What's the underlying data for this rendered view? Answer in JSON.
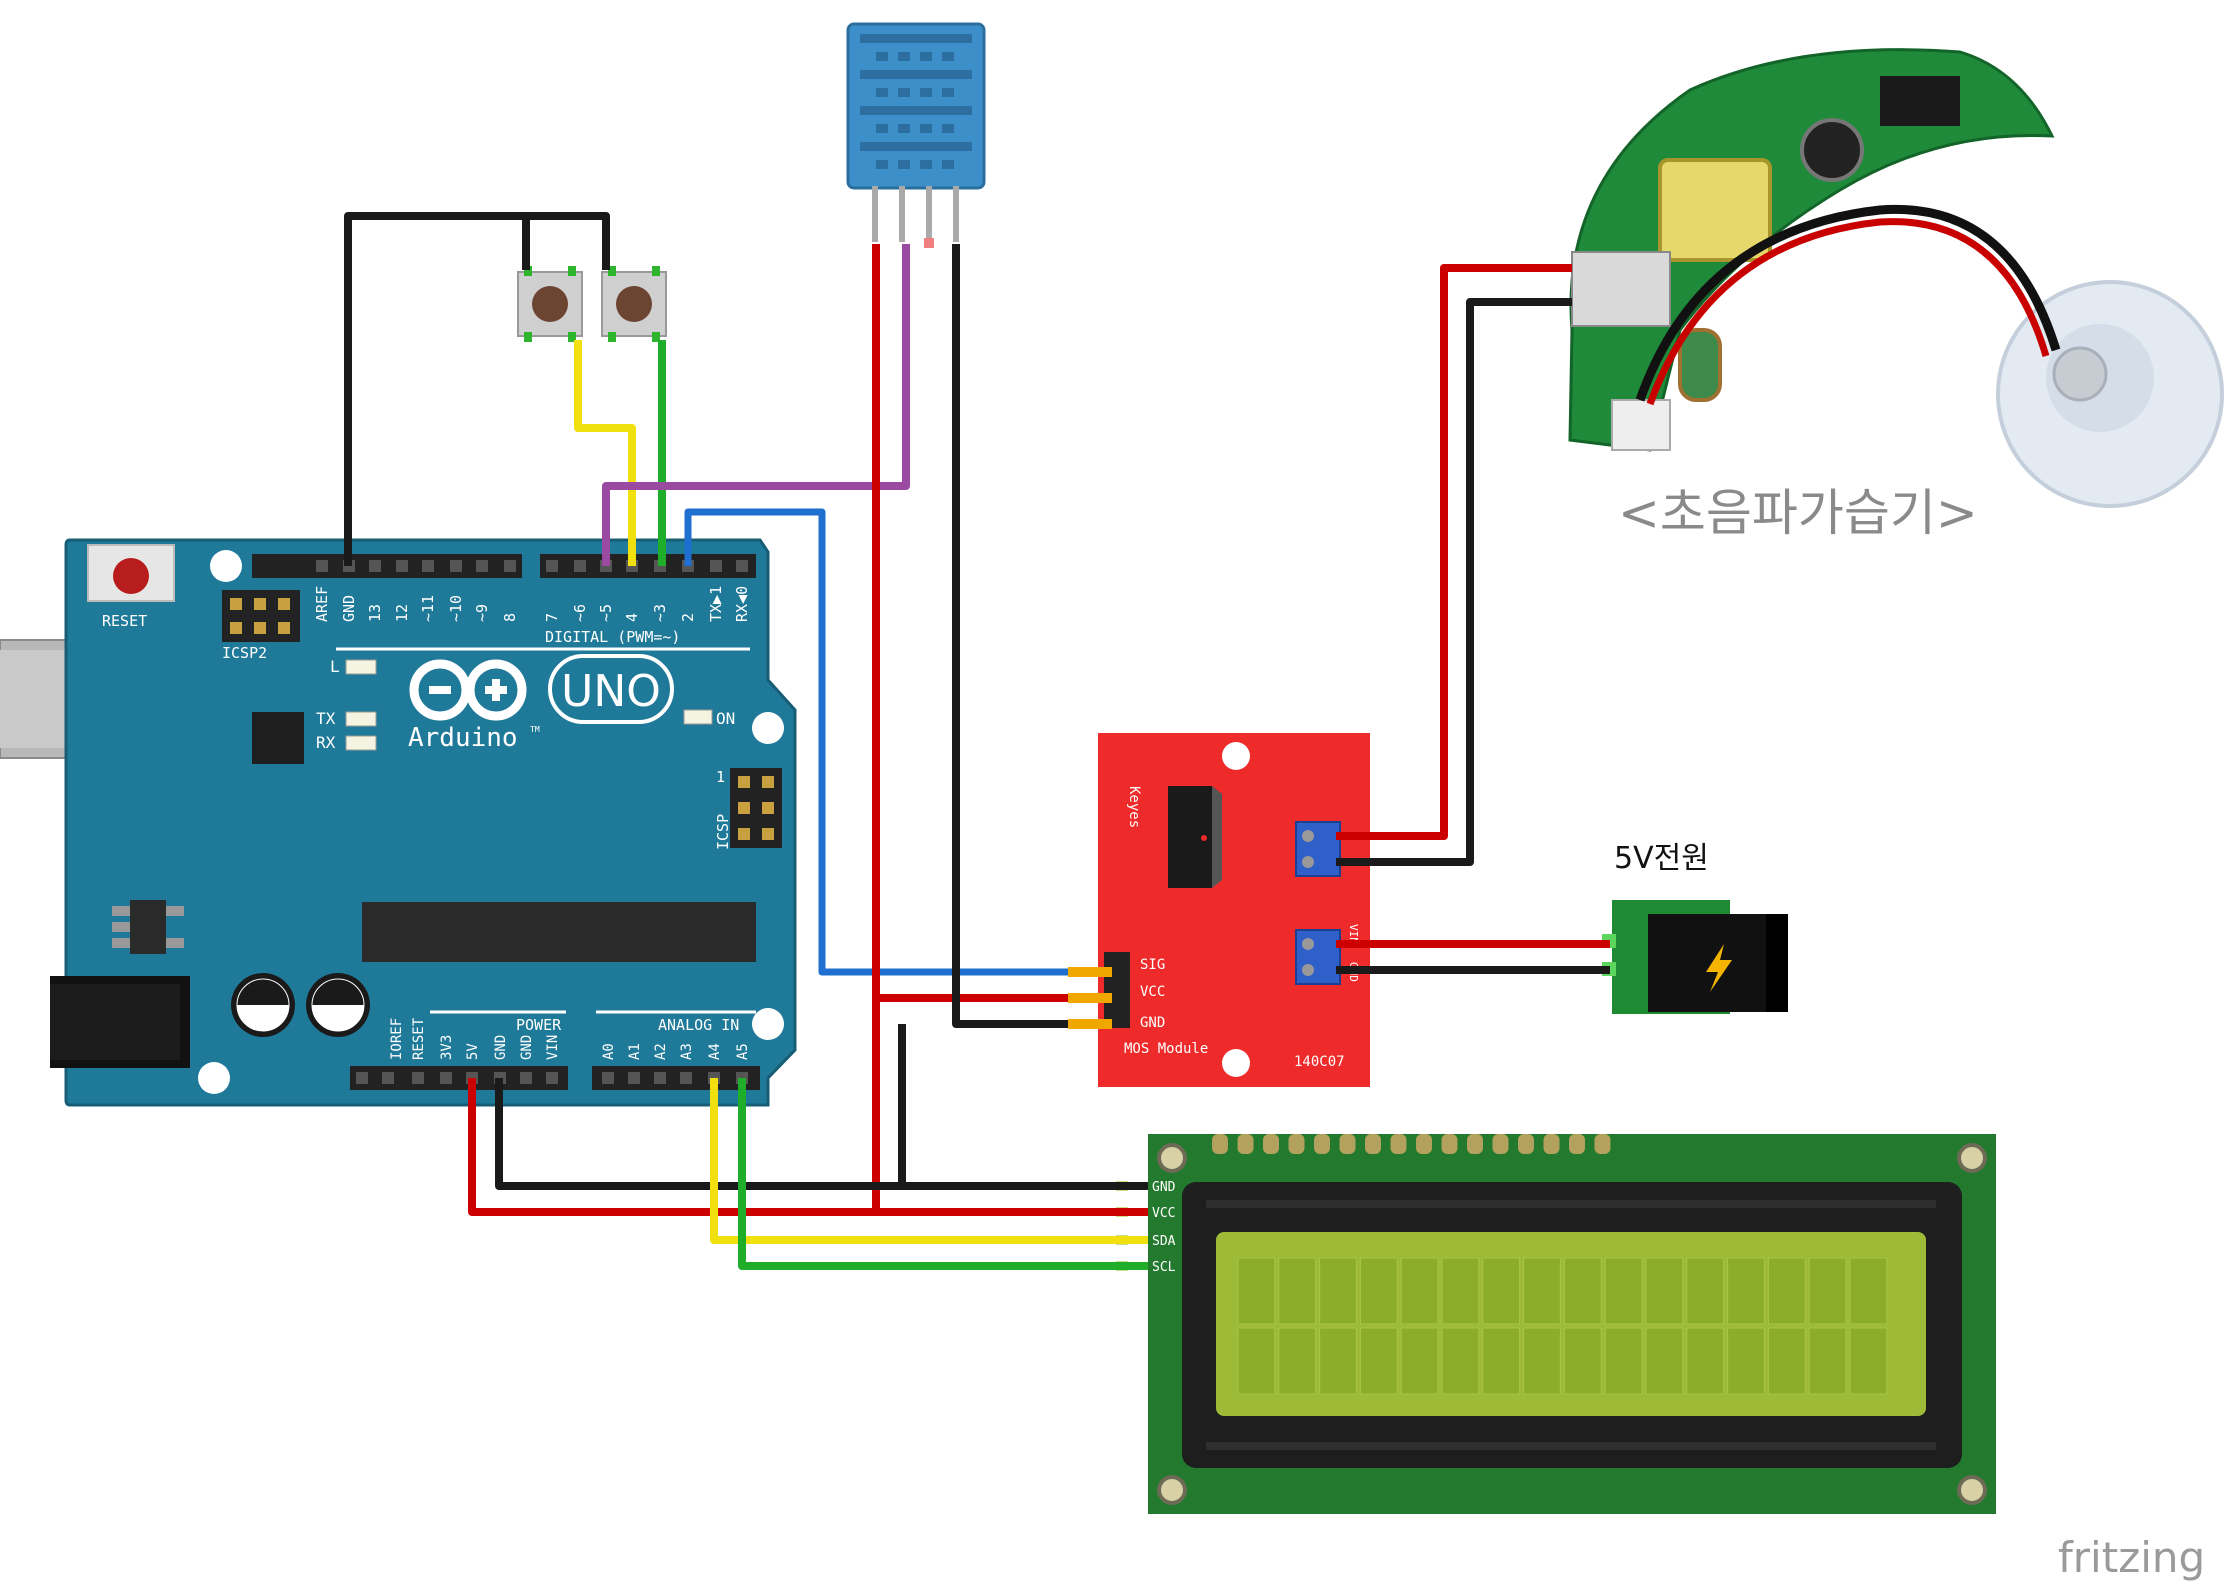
{
  "arduino": {
    "reset_label": "RESET",
    "icsp2_label": "ICSP2",
    "icsp_label": "ICSP",
    "icsp_pin1": "1",
    "led_l": "L",
    "led_tx": "TX",
    "led_rx": "RX",
    "led_on": "ON",
    "brand_text": "Arduino",
    "brand_tm": "TM",
    "uno_text": "UNO",
    "digital_label": "DIGITAL (PWM=~)",
    "power_label": "POWER",
    "analog_label": "ANALOG IN",
    "digital_pins": [
      "AREF",
      "GND",
      "13",
      "12",
      "~11",
      "~10",
      "~9",
      "8",
      "7",
      "~6",
      "~5",
      "4",
      "~3",
      "2",
      "TX▶1",
      "RX◀0"
    ],
    "power_pins": [
      "IOREF",
      "RESET",
      "3V3",
      "5V",
      "GND",
      "GND",
      "VIN"
    ],
    "analog_pins": [
      "A0",
      "A1",
      "A2",
      "A3",
      "A4",
      "A5"
    ]
  },
  "mos": {
    "brand": "Keyes",
    "pins": [
      "SIG",
      "VCC",
      "GND"
    ],
    "name": "MOS Module",
    "code": "140C07",
    "terminal_vin": "VIN",
    "terminal_gnd": "GND"
  },
  "lcd": {
    "pins": [
      "GND",
      "VCC",
      "SDA",
      "SCL"
    ],
    "columns": 16,
    "rows": 2
  },
  "labels": {
    "humidifier": "<초음파가습기>",
    "power": "5V전원",
    "watermark": "fritzing"
  },
  "colors": {
    "arduino_board": "#1f7a99",
    "mos_board": "#ee2a2a",
    "lcd_board": "#237a2e",
    "lcd_screen": "#9dbb36",
    "dht_body": "#3d8fc9",
    "wire_red": "#cc0000",
    "wire_black": "#1a1a1a",
    "wire_yellow": "#f0e010",
    "wire_green": "#1fae2a",
    "wire_blue": "#1e6fd0",
    "wire_purple": "#9a4aa0"
  }
}
